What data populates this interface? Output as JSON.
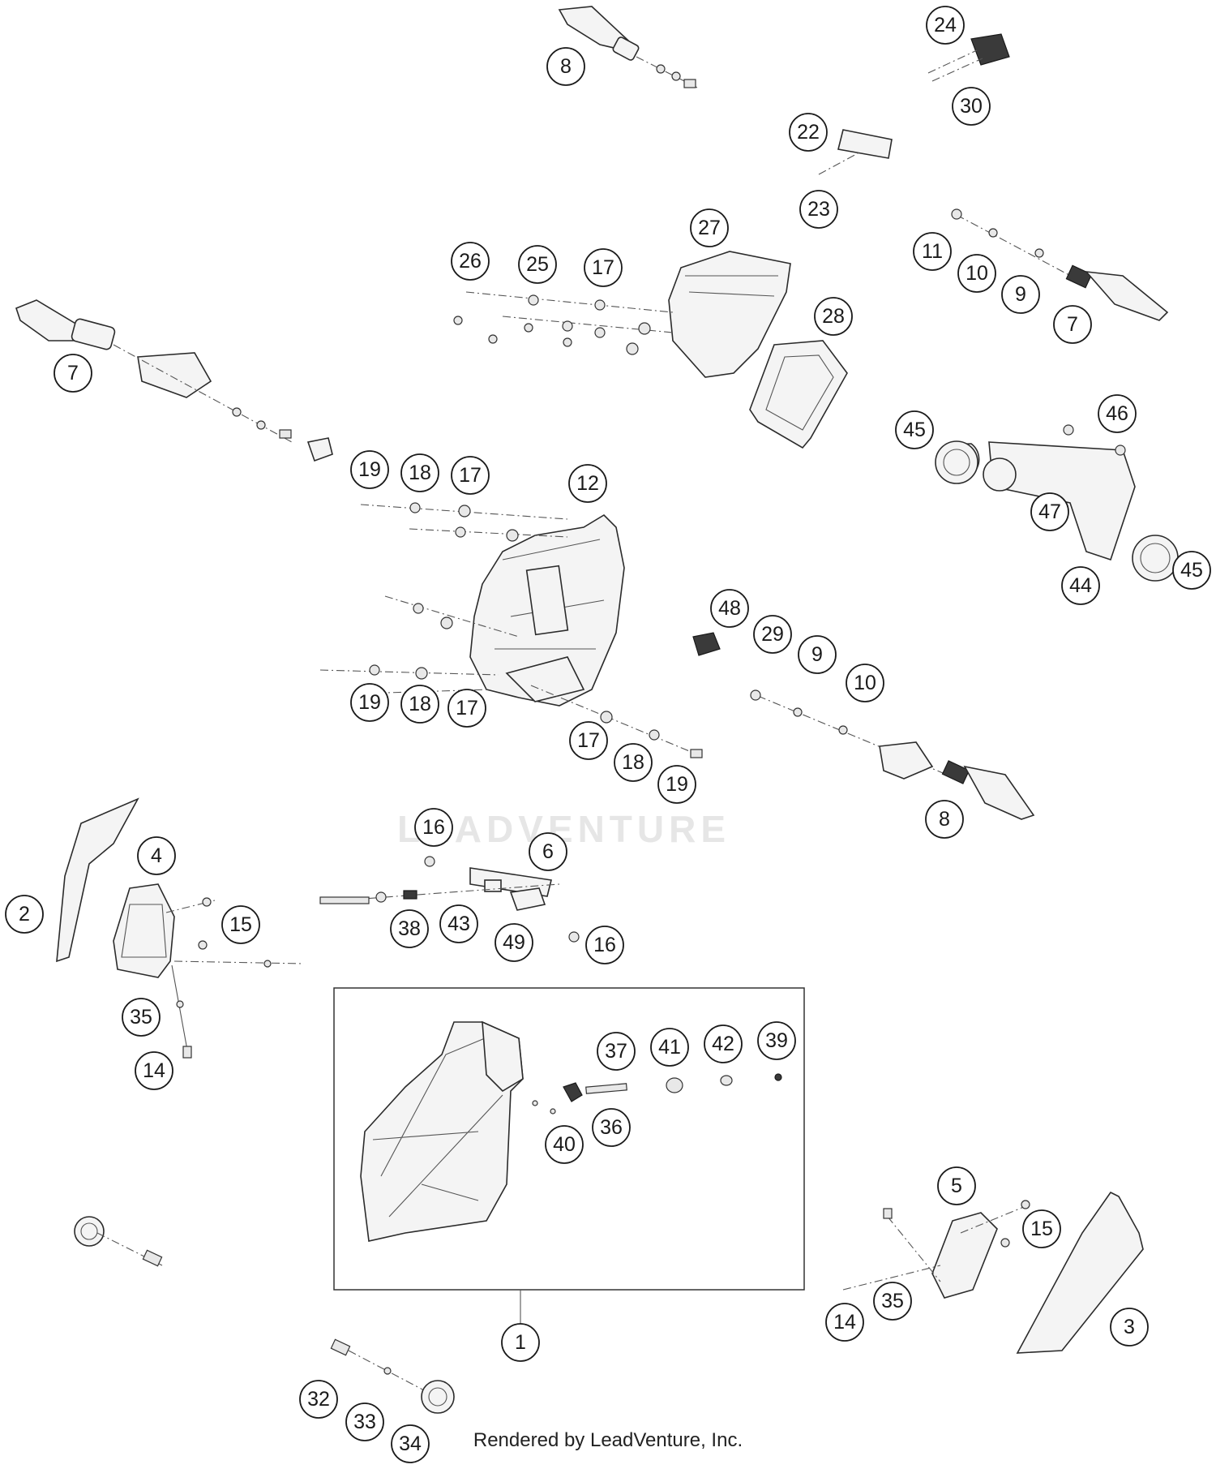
{
  "watermark": "LEADVENTURE",
  "footer": "Rendered by LeadVenture, Inc.",
  "callouts": [
    "8",
    "24",
    "30",
    "22",
    "23",
    "27",
    "26",
    "25",
    "17",
    "11",
    "10",
    "9",
    "7",
    "28",
    "7",
    "45",
    "46",
    "19",
    "18",
    "17",
    "12",
    "47",
    "45",
    "44",
    "48",
    "29",
    "9",
    "10",
    "19",
    "18",
    "17",
    "17",
    "18",
    "19",
    "8",
    "16",
    "6",
    "4",
    "2",
    "15",
    "38",
    "43",
    "49",
    "16",
    "35",
    "14",
    "37",
    "41",
    "42",
    "39",
    "36",
    "40",
    "5",
    "15",
    "3",
    "14",
    "35",
    "1",
    "32",
    "33",
    "34"
  ]
}
